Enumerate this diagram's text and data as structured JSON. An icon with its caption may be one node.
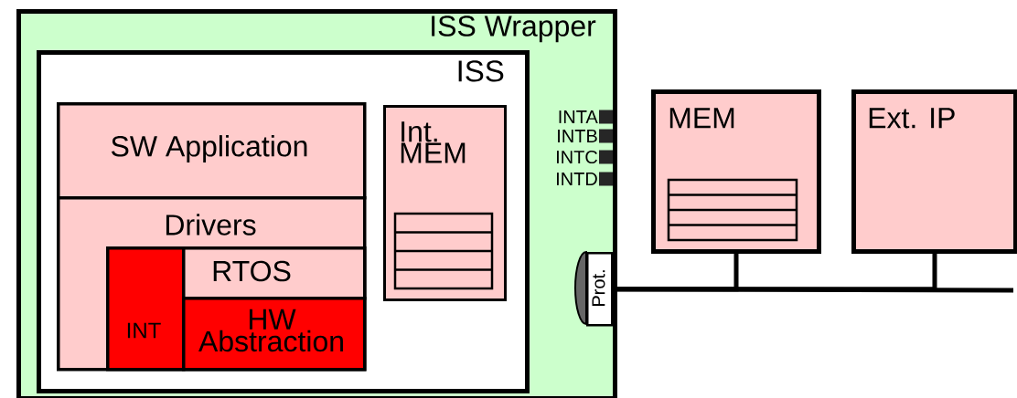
{
  "diagram": {
    "nodes": [
      {
        "text": [
          "ISS Wrapper"
        ]
      },
      {
        "text": [
          "ISS"
        ],
        "in": 0
      },
      {
        "text": [
          "SW Application"
        ],
        "in": 1
      },
      {
        "text": [
          "Drivers"
        ],
        "in": 1
      },
      {
        "text": [
          "INT"
        ],
        "in": 3
      },
      {
        "text": [
          "RTOS"
        ],
        "in": 3
      },
      {
        "text": [
          "HW Abstraction"
        ],
        "in": 3
      },
      {
        "text": [
          "Int. MEM"
        ],
        "in": 1
      },
      {
        "text": [
          "Prot."
        ],
        "in": 0
      },
      {
        "text": [
          "MEM"
        ]
      },
      {
        "text": [
          "Ext. IP"
        ]
      }
    ],
    "edges": [
      {
        "from": 8,
        "to": 9,
        "arrow": "none"
      },
      {
        "from": 8,
        "to": 10,
        "arrow": "none"
      },
      {
        "from": 8,
        "to": null,
        "arrow": "none"
      }
    ],
    "labels": [
      "INTA",
      "INTB",
      "INTC",
      "INTD"
    ]
  }
}
